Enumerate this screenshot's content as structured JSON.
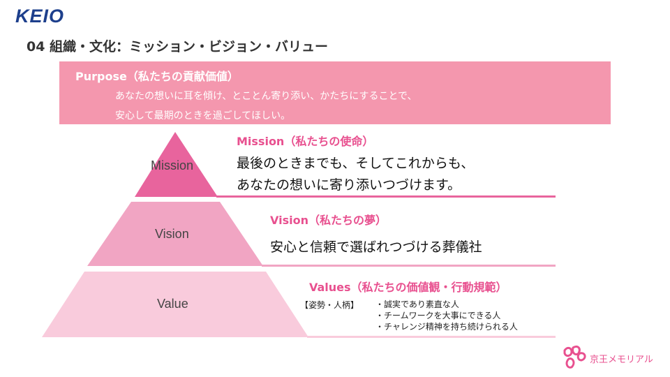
{
  "logo": "KEIO",
  "title": "04 組織・文化：ミッション・ビジョン・バリュー",
  "purpose": {
    "heading": "Purpose（私たちの貢献価値）",
    "lines": [
      "あなたの想いに耳を傾け、とことん寄り添い、かたちにすることで、",
      "安心して最期のときを過ごしてほしい。"
    ]
  },
  "pyramid": {
    "mission": "Mission",
    "vision": "Vision",
    "value": "Value"
  },
  "mission": {
    "heading": "Mission（私たちの使命）",
    "lines": [
      "最後のときまでも、そしてこれからも、",
      "あなたの想いに寄り添いつづけます。"
    ]
  },
  "vision": {
    "heading": "Vision（私たちの夢）",
    "text": "安心と信頼で選ばれつづける葬儀社"
  },
  "values": {
    "heading": "Values（私たちの価値観・行動規範）",
    "category": "【姿勢・人柄】",
    "items": [
      "・誠実であり素直な人",
      "・チームワークを大事にできる人",
      "・チャレンジ精神を持ち続けられる人"
    ]
  },
  "brand": "京王メモリアル",
  "colors": {
    "top": "#e8649d",
    "middle": "#f1a5c3",
    "bottom": "#f9cbdc",
    "accent": "#e8508f",
    "purpose": "#f497ae"
  }
}
